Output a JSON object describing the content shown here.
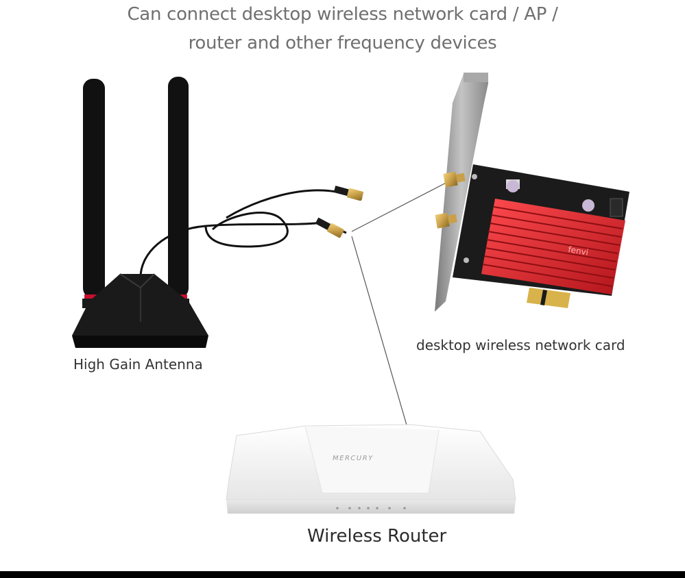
{
  "header": {
    "line1": "Can connect desktop wireless network card / AP /",
    "line2": "router and other frequency devices"
  },
  "labels": {
    "antenna": "High Gain Antenna",
    "card": "desktop wireless network card",
    "router": "Wireless Router"
  },
  "brand": {
    "router_logo": "MERCURY",
    "card_logo": "fenvi"
  },
  "colors": {
    "heatsink": "#d7262b",
    "pcb": "#1b1b1b",
    "bracket": "#9a9a9a",
    "connector": "#c9a04a",
    "antenna": "#111111",
    "router": "#f2f2f2",
    "accent_ring": "#c8102e"
  }
}
